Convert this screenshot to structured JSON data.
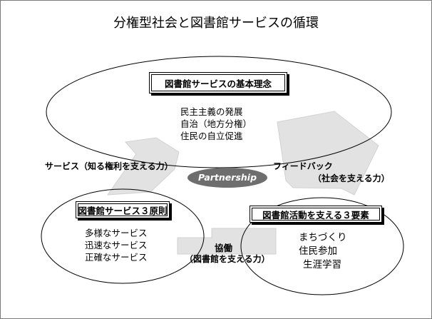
{
  "title": "分権型社会と図書館サービスの循環",
  "top_circle": {
    "box_label": "図書館サービスの基本理念",
    "items": [
      "民主主義の発展",
      "自治（地方分権）",
      "住民の自立促進"
    ]
  },
  "left_circle": {
    "box_label": "図書館サービス３原則",
    "items": [
      "多様なサービス",
      "迅速なサービス",
      "正確なサービス"
    ]
  },
  "right_circle": {
    "box_label": "図書館活動を支える３要素",
    "items": [
      "まちづくり",
      "住民参加",
      "生涯学習"
    ]
  },
  "arrows": {
    "left_label": "サービス（知る権利を支える力）",
    "right_label_1": "フィードバック",
    "right_label_2": "（社会を支える力）",
    "bottom_label_1": "協働",
    "bottom_label_2": "（図書館を支える力）"
  },
  "center_label": "Partnership",
  "colors": {
    "arrow_fill": "#e2e2e2",
    "arrow_stroke": "#d2d2d2",
    "partnership_fill": "#6e6e6e",
    "outline": "#000000"
  }
}
